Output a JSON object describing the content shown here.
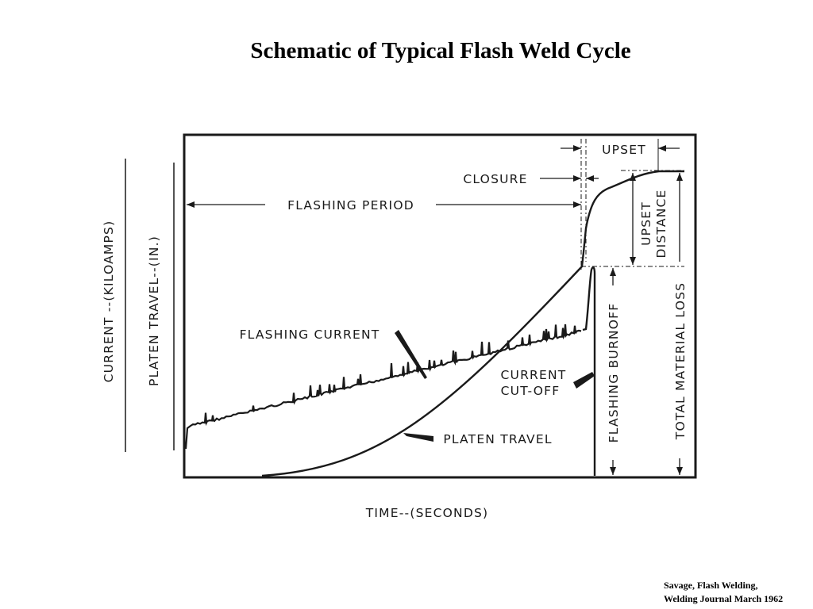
{
  "title": "Schematic of Typical Flash Weld Cycle",
  "citation": {
    "line1": "Savage, Flash Welding,",
    "line2": "Welding Journal March 1962"
  },
  "diagram": {
    "y_axis_outer": "CURRENT --(KILOAMPS)",
    "y_axis_inner": "PLATEN TRAVEL--(IN.)",
    "x_axis": "TIME--(SECONDS)",
    "labels": {
      "upset": "UPSET",
      "closure": "CLOSURE",
      "flashing_period": "FLASHING PERIOD",
      "flashing_current": "FLASHING CURRENT",
      "current_cutoff_1": "CURRENT",
      "current_cutoff_2": "CUT-OFF",
      "platen_travel": "PLATEN TRAVEL",
      "upset_distance_1": "UPSET",
      "upset_distance_2": "DISTANCE",
      "flashing_burnoff": "FLASHING BURNOFF",
      "total_material_loss": "TOTAL MATERIAL LOSS"
    }
  }
}
